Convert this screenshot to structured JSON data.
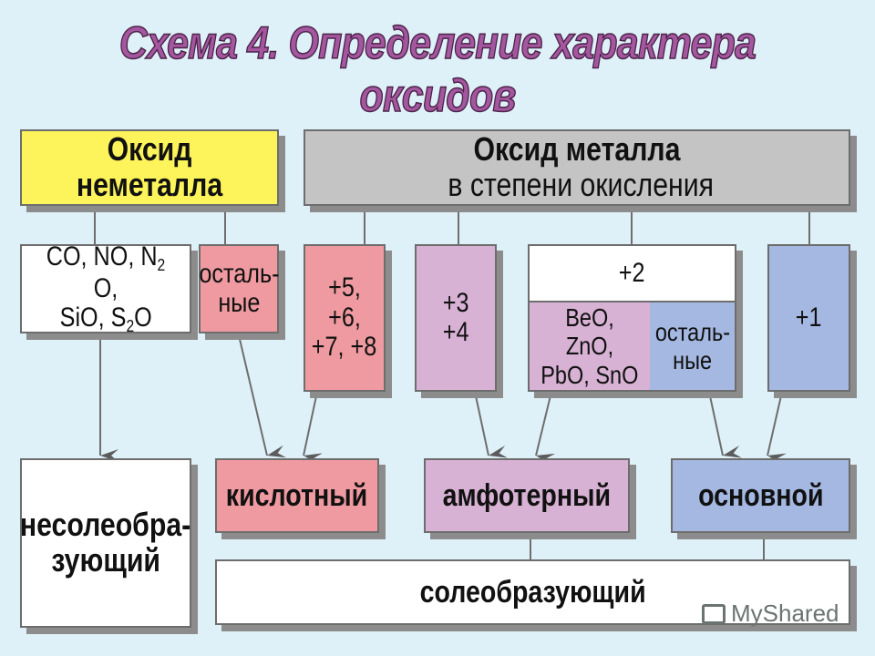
{
  "title": "Схема 4. Определение характера оксидов",
  "headers": {
    "nonmetal": "Оксид неметалла",
    "metal_bold": "Оксид металла",
    "metal_rest": " в степени окисления"
  },
  "nonmetal_items": {
    "salt_free_line1": "CO, NO, N",
    "salt_free_line1_sub": "2",
    "salt_free_line1_end": "O,",
    "salt_free_line2": "SiO, S",
    "salt_free_line2_sub": "2",
    "salt_free_line2_end": "O",
    "others_line1": "осталь-",
    "others_line2": "ные"
  },
  "oxidation": {
    "high_line1": "+5, +6,",
    "high_line2": "+7, +8",
    "mid_line1": "+3",
    "mid_line2": "+4",
    "two": "+2",
    "two_amph_line1": "BeO, ZnO,",
    "two_amph_line2": "PbO, SnO",
    "two_others_line1": "осталь-",
    "two_others_line2": "ные",
    "one": "+1"
  },
  "results": {
    "non_salt_line1": "несолеобра-",
    "non_salt_line2": "зующий",
    "acidic": "кислотный",
    "amphoteric": "амфотерный",
    "basic": "основной",
    "salt_forming": "солеобразующий"
  },
  "watermark": "MyShared",
  "colors": {
    "title": "#a4569f",
    "nonmetal_header": "#fdf35a",
    "metal_header": "#c4c4c4",
    "acidic": "#ee9aa0",
    "amphoteric": "#d7b2d4",
    "basic": "#a4b8e2",
    "background": "#dff1f8"
  }
}
